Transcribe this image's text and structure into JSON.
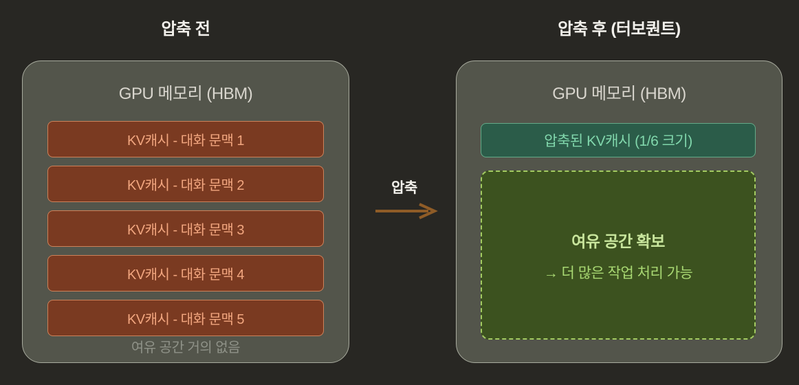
{
  "left_panel": {
    "title": "압축 전",
    "memory_label": "GPU 메모리 (HBM)",
    "blocks": [
      "KV캐시 - 대화 문맥 1",
      "KV캐시 - 대화 문맥 2",
      "KV캐시 - 대화 문맥 3",
      "KV캐시 - 대화 문맥 4",
      "KV캐시 - 대화 문맥 5"
    ],
    "footnote": "여유 공간 거의 없음"
  },
  "arrow": {
    "label": "압축"
  },
  "right_panel": {
    "title": "압축 후 (터보퀀트)",
    "memory_label": "GPU 메모리 (HBM)",
    "compressed_block_label": "압축된 KV캐시 (1/6 크기)",
    "free_space": {
      "title": "여유 공간 확보",
      "subtitle": "→ 더 많은 작업 처리 가능"
    }
  },
  "colors": {
    "page_background": "#282723",
    "panel_background": "#53554b",
    "panel_border": "#a9ac9f",
    "kv_block_background": "#7a3a21",
    "kv_block_border": "#ce8159",
    "kv_block_text": "#f2a67f",
    "compressed_block_background": "#2b5c49",
    "compressed_block_border": "#64aa88",
    "compressed_block_text": "#81d7ac",
    "free_space_background": "#3c521f",
    "free_space_border": "#a3cb61",
    "free_space_title_text": "#c9e69d",
    "free_space_subtitle_text": "#a9d973",
    "arrow": "#8f5c27",
    "title_text": "#f3f1ec",
    "memory_heading_text": "#d9d6ce",
    "footnote_text": "#8f9288"
  }
}
